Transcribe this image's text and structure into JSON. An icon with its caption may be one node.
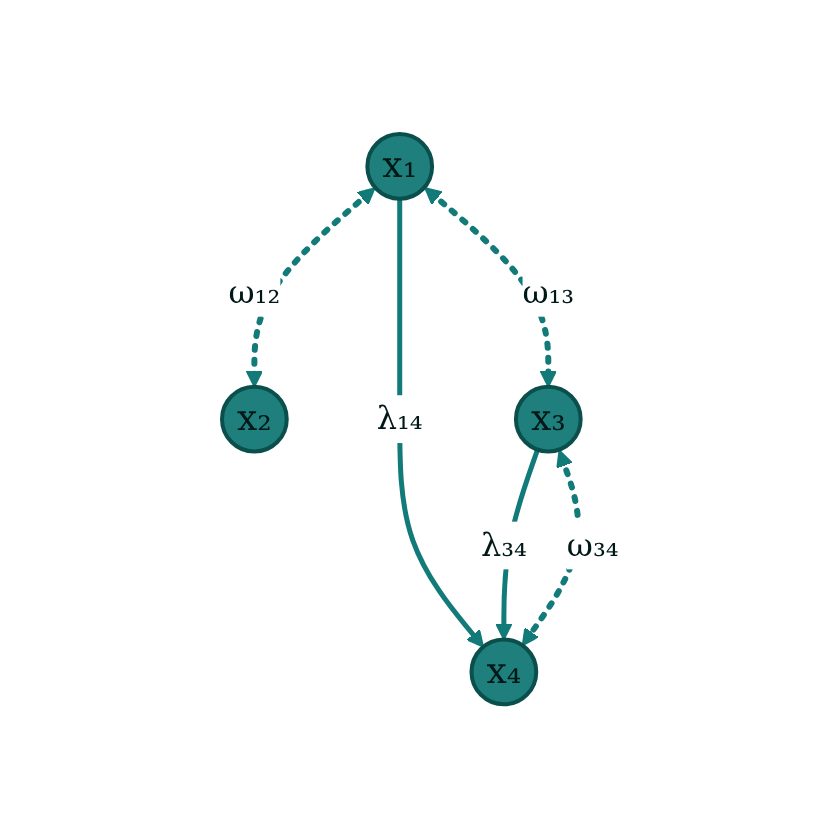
{
  "diagram": {
    "nodes": [
      {
        "text": [
          "x₁"
        ]
      },
      {
        "text": [
          "x₂"
        ]
      },
      {
        "text": [
          "x₃"
        ]
      },
      {
        "text": [
          "x₄"
        ]
      }
    ],
    "edges": [
      {
        "from": 0,
        "to": 1,
        "arrow": "both",
        "label": "ω₁₂",
        "style": "dashed"
      },
      {
        "from": 0,
        "to": 2,
        "arrow": "both",
        "label": "ω₁₃",
        "style": "dashed"
      },
      {
        "from": 0,
        "to": 3,
        "arrow": "to",
        "label": "λ₁₄"
      },
      {
        "from": 2,
        "to": 3,
        "arrow": "to",
        "label": "λ₃₄"
      },
      {
        "from": 2,
        "to": 3,
        "arrow": "both",
        "label": "ω₃₄",
        "style": "dashed"
      }
    ]
  }
}
